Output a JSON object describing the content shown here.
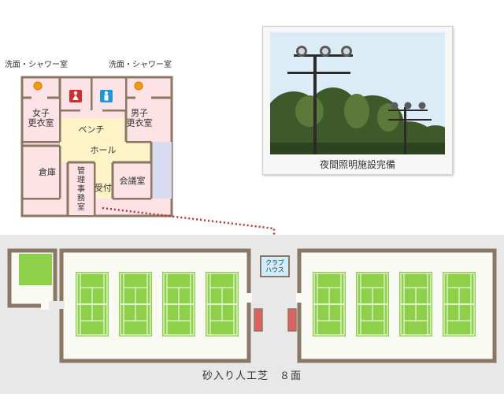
{
  "floor_plan": {
    "washroom_left": "洗面・シャワー室",
    "washroom_right": "洗面・シャワー室",
    "womens_locker": "女子\n更衣室",
    "mens_locker": "男子\n更衣室",
    "bench": "ベンチ",
    "hall": "ホール",
    "storage": "倉庫",
    "management_office": "管\n理\n事\n務\n室",
    "reception": "受付",
    "meeting_room": "会議室"
  },
  "photo": {
    "caption": "夜間照明施設完備"
  },
  "site_map": {
    "clubhouse_label": "クラブ\nハウス",
    "surface_caption": "砂入り人工芝　８面"
  },
  "colors": {
    "room_fill": "#fde2e6",
    "hall_fill": "#fff3c8",
    "wall": "#8a7864",
    "court_green": "#8fd04a",
    "ground": "#e8e8e8",
    "clubhouse_fill": "#cdeeff",
    "leader_line": "#c03030",
    "sky": "#dcecf6"
  },
  "icons": {
    "womens_toilet": "female-restroom-icon",
    "mens_toilet": "male-restroom-icon",
    "shower_heads": "shower-light-icon"
  }
}
